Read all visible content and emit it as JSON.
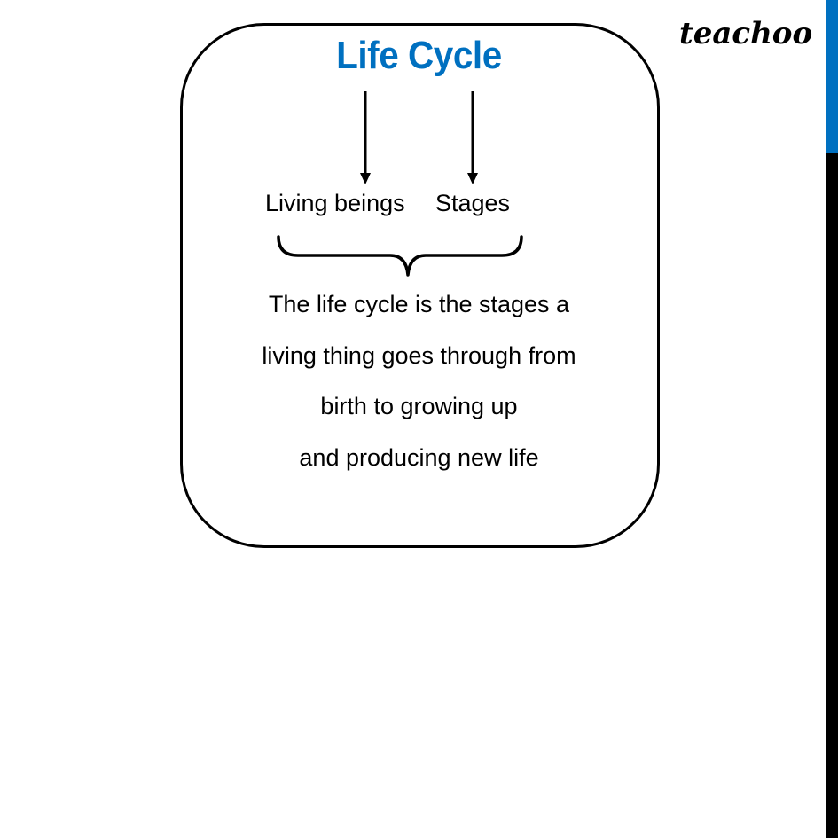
{
  "brand": {
    "logo_text": "teachoo",
    "accent_color": "#0070C0",
    "sidebar_colors": [
      "#0070C0",
      "#000000"
    ]
  },
  "diagram": {
    "title": "Life Cycle",
    "title_color": "#0070C0",
    "branches": [
      {
        "label": "Living beings"
      },
      {
        "label": "Stages"
      }
    ],
    "definition_lines": [
      "The life cycle is the stages a",
      "living thing goes through from",
      "birth to growing up",
      "and producing new life"
    ]
  }
}
